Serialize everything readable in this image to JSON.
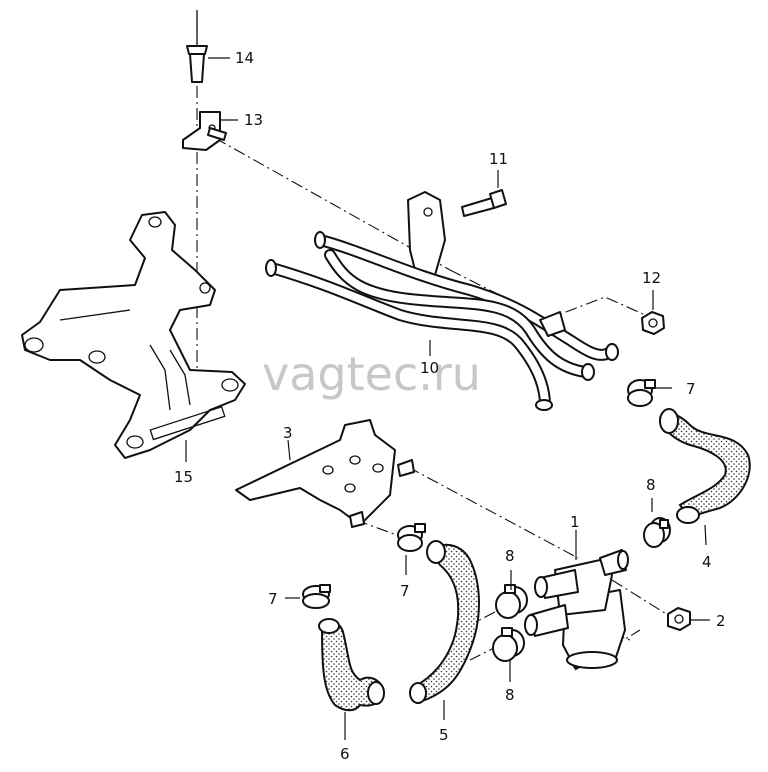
{
  "watermark": "vagtec.ru",
  "callouts": {
    "c1": "1",
    "c2": "2",
    "c3": "3",
    "c4": "4",
    "c5": "5",
    "c6": "6",
    "c7a": "7",
    "c7b": "7",
    "c7c": "7",
    "c8a": "8",
    "c8b": "8",
    "c8c": "8",
    "c10": "10",
    "c11": "11",
    "c12": "12",
    "c13": "13",
    "c14": "14",
    "c15": "15"
  }
}
